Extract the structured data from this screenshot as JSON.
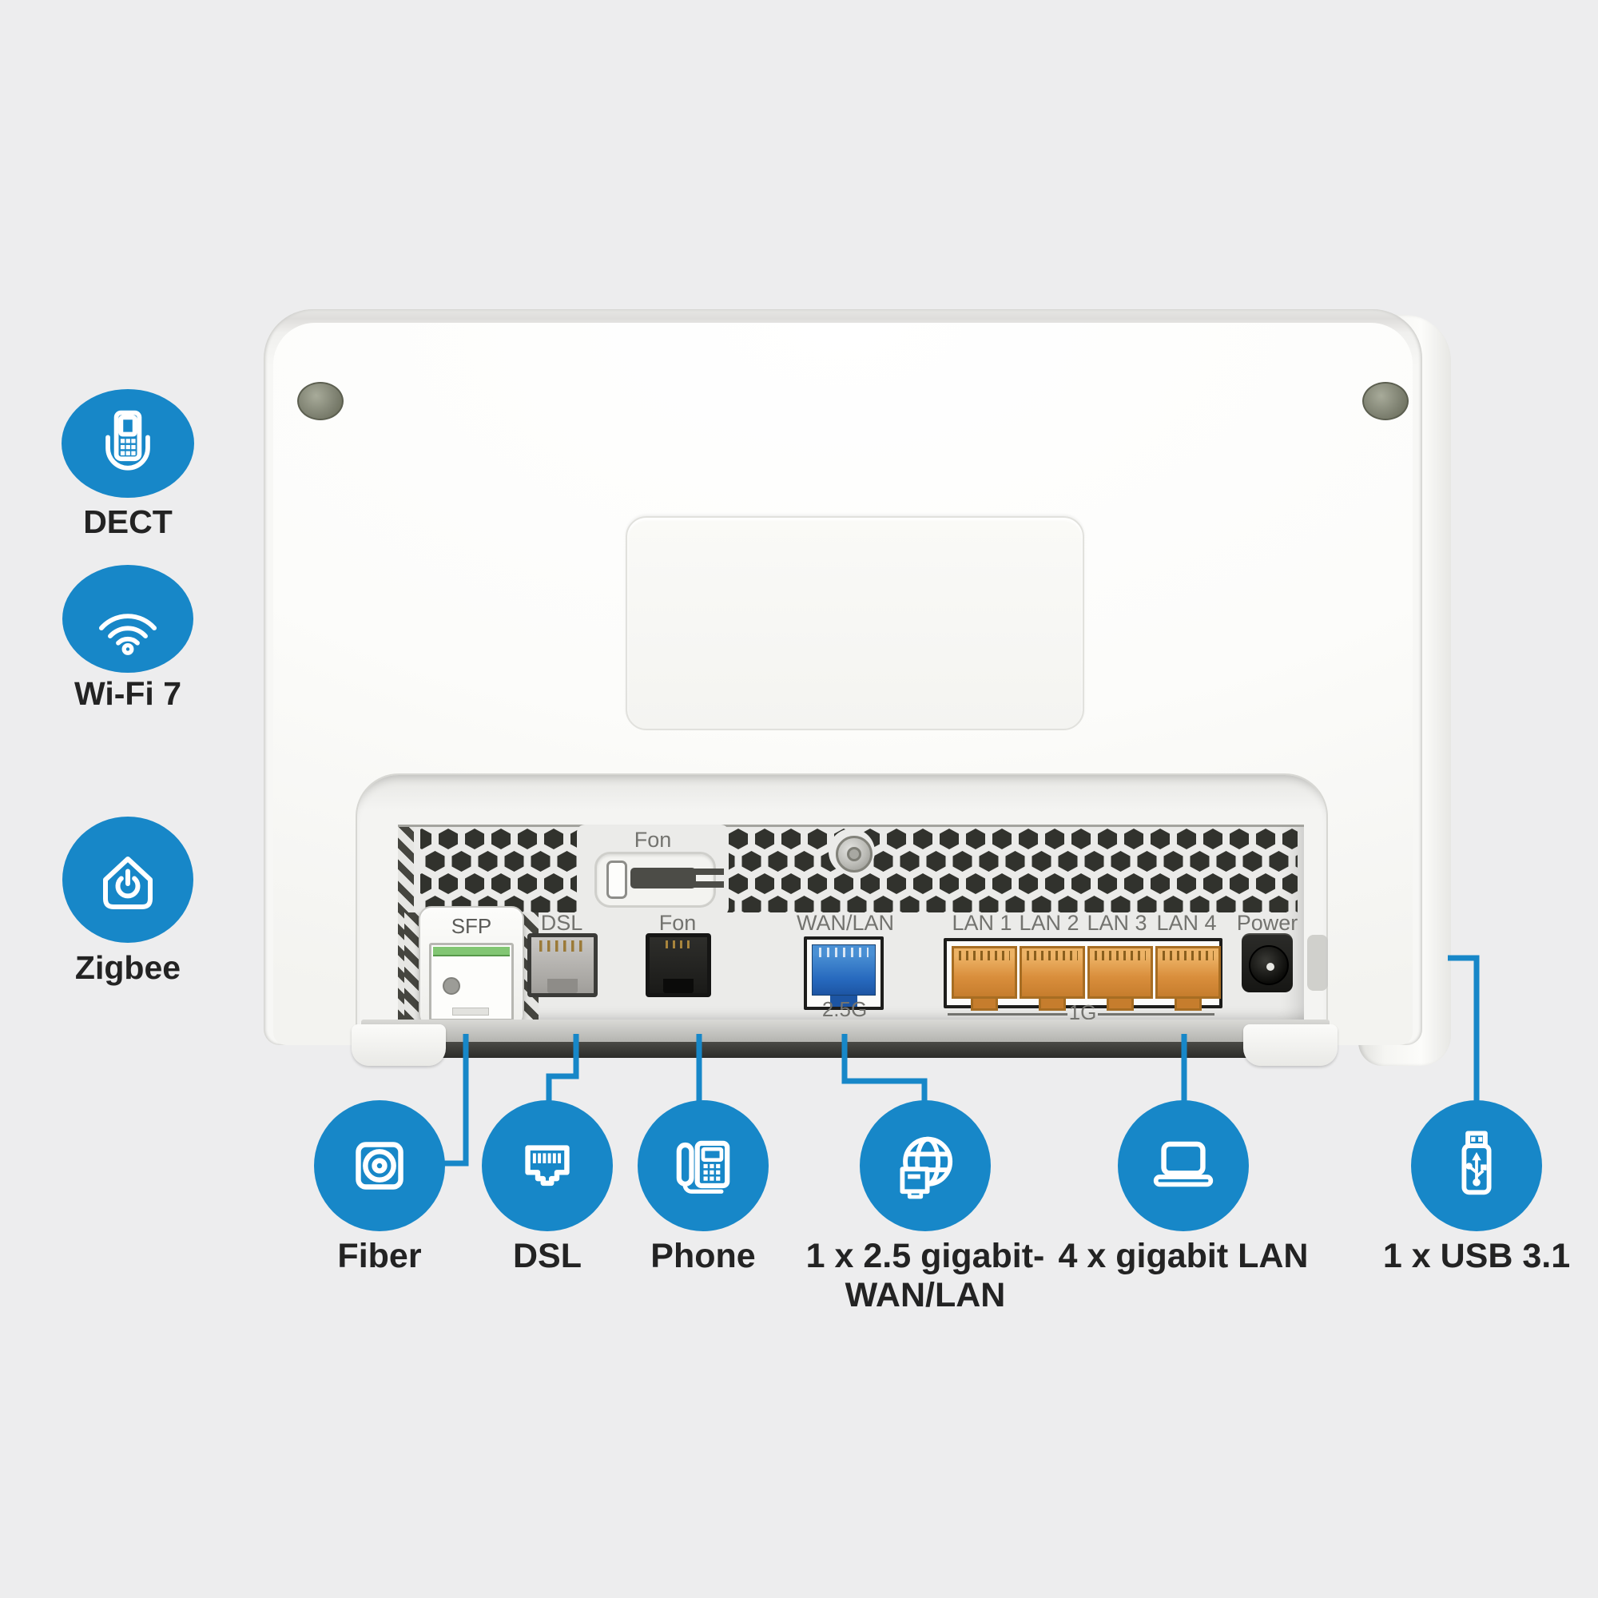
{
  "colors": {
    "accent": "#1787c8"
  },
  "left_features": [
    {
      "label": "DECT"
    },
    {
      "label": "Wi-Fi 7"
    },
    {
      "label": "Zigbee"
    }
  ],
  "bottom_features": [
    {
      "line1": "Fiber",
      "line2": ""
    },
    {
      "line1": "DSL",
      "line2": ""
    },
    {
      "line1": "Phone",
      "line2": ""
    },
    {
      "line1": "1 x 2.5 gigabit-",
      "line2": "WAN/LAN"
    },
    {
      "line1": "4 x gigabit LAN",
      "line2": ""
    },
    {
      "line1": "1 x USB 3.1",
      "line2": ""
    }
  ],
  "router": {
    "vent_slot_label": "Fon",
    "ports": {
      "sfp": "SFP",
      "dsl": "DSL",
      "fon": "Fon",
      "wan": "WAN/LAN",
      "wan_speed": "2.5G",
      "lan": [
        "LAN 1",
        "LAN 2",
        "LAN 3",
        "LAN 4"
      ],
      "lan_speed": "1G",
      "power": "Power"
    }
  }
}
